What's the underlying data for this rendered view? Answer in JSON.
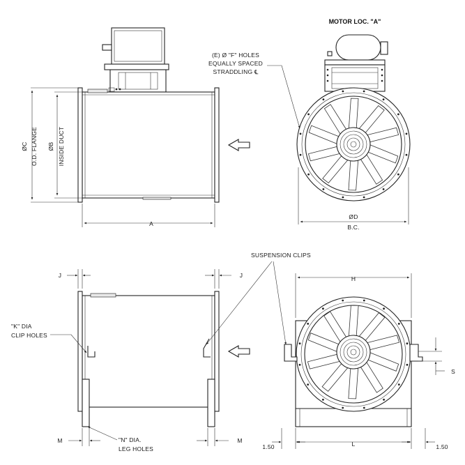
{
  "labels": {
    "motor_loc": "MOTOR LOC. \"A\"",
    "holes_line1": "(E) Ø \"F\" HOLES",
    "holes_line2": "EQUALLY SPACED",
    "holes_line3": "STRADDLING ℄",
    "dim_c_sym": "ØC",
    "dim_c_text": "O.D. FLANGE",
    "dim_b_sym": "ØB",
    "dim_b_text": "INSIDE DUCT",
    "dim_a": "A",
    "dim_d_sym": "ØD",
    "dim_d_text": "B.C.",
    "suspension_clips": "SUSPENSION CLIPS",
    "dim_j_left": "J",
    "dim_j_right": "J",
    "dim_h": "H",
    "k_dia_line1": "\"K\" DIA",
    "k_dia_line2": "CLIP HOLES",
    "dim_s": "S",
    "dim_m_left": "M",
    "dim_m_right": "M",
    "n_dia_line1": "\"N\" DIA.",
    "n_dia_line2": "LEG HOLES",
    "dim_150_left": "1.50",
    "dim_l": "L",
    "dim_150_right": "1.50"
  },
  "colors": {
    "line": "#222222",
    "background": "#ffffff",
    "shade": "#e9e9e9"
  }
}
